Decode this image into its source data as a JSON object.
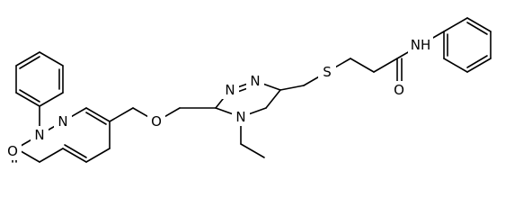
{
  "molecule": {
    "atoms": [
      {
        "id": "o_ketone",
        "label": "O"
      },
      {
        "id": "n1_pyridazine",
        "label": "N"
      },
      {
        "id": "n2_pyridazine",
        "label": "N"
      },
      {
        "id": "o_ether",
        "label": "O"
      },
      {
        "id": "n1_triazole",
        "label": "N"
      },
      {
        "id": "n2_triazole",
        "label": "N"
      },
      {
        "id": "n4_triazole",
        "label": "N"
      },
      {
        "id": "s_thioether",
        "label": "S"
      },
      {
        "id": "nh_amide",
        "label": "NH"
      },
      {
        "id": "o_amide",
        "label": "O"
      }
    ],
    "colors": {
      "bond": "#000000",
      "label": "#000000",
      "background": "#ffffff"
    }
  }
}
